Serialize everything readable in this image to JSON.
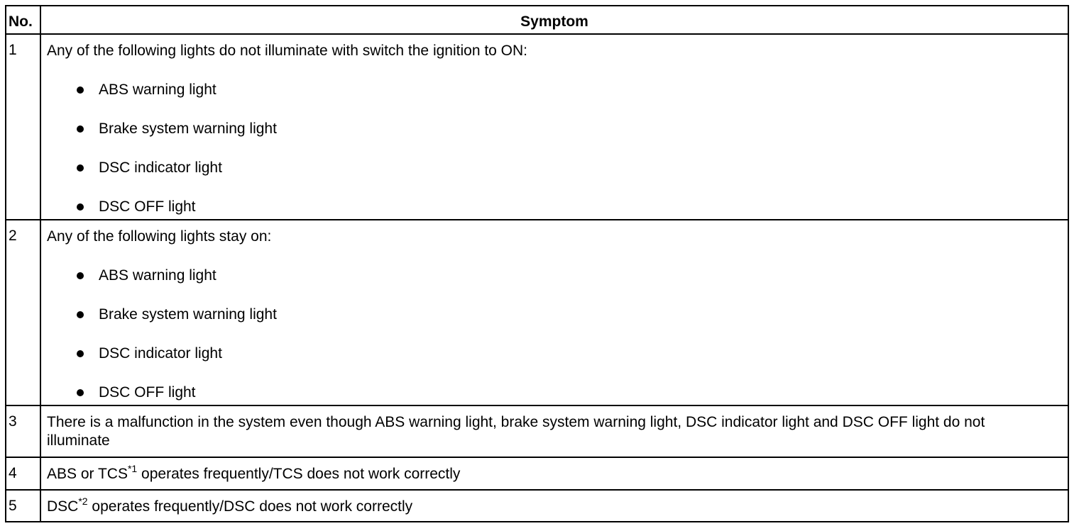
{
  "header": {
    "no": "No.",
    "symptom": "Symptom"
  },
  "rows": [
    {
      "no": "1",
      "text": "Any of the following lights do not illuminate with switch the ignition to ON:",
      "bullets": [
        "ABS warning light",
        "Brake system warning light",
        "DSC indicator light",
        "DSC OFF light"
      ]
    },
    {
      "no": "2",
      "text": "Any of the following lights stay on:",
      "bullets": [
        "ABS warning light",
        "Brake system warning light",
        "DSC indicator light",
        "DSC OFF light"
      ]
    },
    {
      "no": "3",
      "text": "There is a malfunction in the system even though ABS warning light, brake system warning light, DSC indicator light and DSC OFF light do not illuminate"
    },
    {
      "no": "4",
      "text_pre": "ABS or TCS",
      "sup": "*1",
      "text_post": " operates frequently/TCS does not work correctly"
    },
    {
      "no": "5",
      "text_pre": "DSC",
      "sup": "*2",
      "text_post": " operates frequently/DSC does not work correctly"
    }
  ]
}
